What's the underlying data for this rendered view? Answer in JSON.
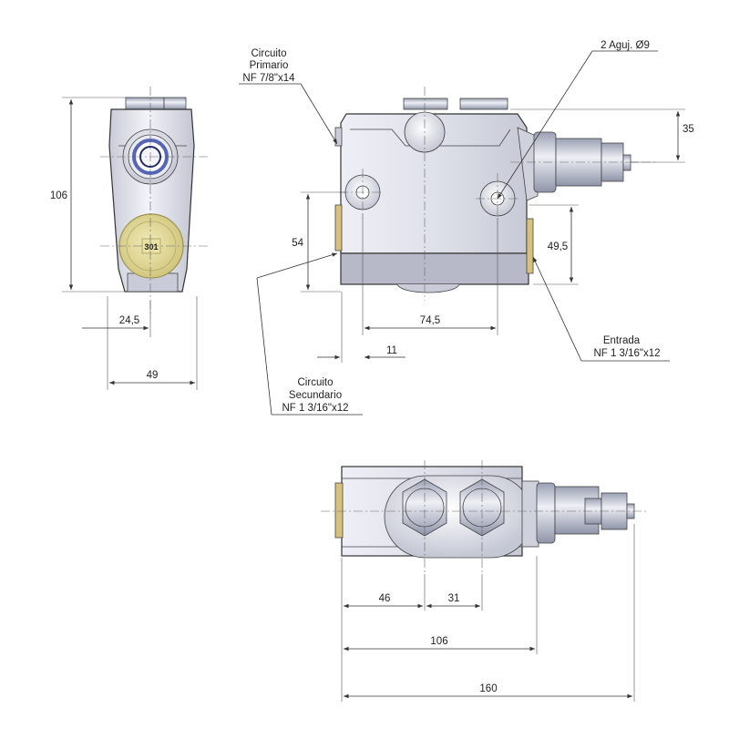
{
  "labels": {
    "primary_line1": "Circuito",
    "primary_line2": "Primario",
    "primary_line3": "NF 7/8\"x14",
    "holes": "2 Aguj. Ø9",
    "secondary_line1": "Circuito",
    "secondary_line2": "Secundario",
    "secondary_line3": "NF 1 3/16\"x12",
    "inlet_line1": "Entrada",
    "inlet_line2": "NF 1 3/16\"x12",
    "plug_mark": "301"
  },
  "dimensions": {
    "height_total": "106",
    "width_side": "49",
    "offset_side": "24,5",
    "holes_spacing_v": "54",
    "holes_spacing_h": "74,5",
    "inlet_height": "49,5",
    "top_offset": "35",
    "edge_offset": "11",
    "bottom_46": "46",
    "bottom_31": "31",
    "bottom_106": "106",
    "bottom_160": "160"
  },
  "colors": {
    "body": "#d9dbe6",
    "body_dark": "#b5b8c8",
    "plug_yellow": "#e6df9c",
    "port_blue": "#5563b8",
    "brass": "#d8c27a"
  }
}
